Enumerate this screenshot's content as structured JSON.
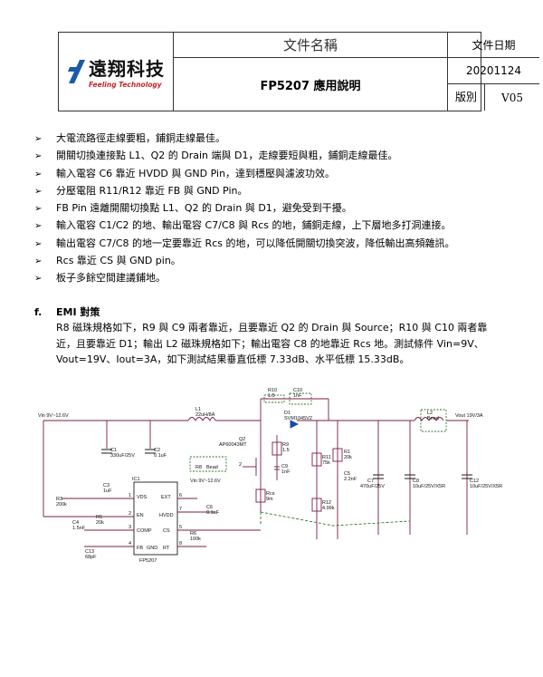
{
  "header": {
    "company_name": "遠翔科技",
    "company_name_en": "Feeling Technology",
    "doc_name_label": "文件名稱",
    "doc_name": "FP5207 應用說明",
    "doc_date_label": "文件日期",
    "doc_date": "20201124",
    "version_label": "版別",
    "version": "V05"
  },
  "bullets": [
    "大電流路徑走線要粗，鋪銅走線最佳。",
    "開關切換連接點 L1、Q2 的 Drain 端與 D1，走線要短與粗，鋪銅走線最佳。",
    "輸入電容 C6 靠近 HVDD 與 GND Pin，達到穩壓與濾波功效。",
    "分壓電阻 R11/R12 靠近 FB 與 GND Pin。",
    "FB Pin 遠離開關切換點 L1、Q2 的 Drain 與 D1，避免受到干擾。",
    "輸入電容 C1/C2 的地、輸出電容 C7/C8 與 Rcs 的地，鋪銅走線，上下層地多打洞連接。",
    "輸出電容 C7/C8 的地一定要靠近 Rcs 的地，可以降低開關切換突波，降低輸出高頻雜訊。",
    "Rcs 靠近 CS 與 GND pin。",
    "板子多餘空間建議鋪地。"
  ],
  "section": {
    "number": "f.",
    "title": "EMI 對策",
    "lines": [
      "R8 磁珠規格如下，R9 與 C9 兩者靠近，且要靠近 Q2 的 Drain 與 Source；R10 與 C10 兩者靠",
      "近，且要靠近 D1；輸出 L2 磁珠規格如下；輸出電容 C8 的地靠近 Rcs 地。測試條件 Vin=9V、",
      "Vout=19V、Iout=3A，如下測試結果垂直低標 7.33dB、水平低標 15.33dB。"
    ]
  },
  "schematic": {
    "vin": "Vin 9V~12.6V",
    "vout": "Vout 19V/3A",
    "l1": "L1",
    "l1_val": "22uH/8A",
    "l2": "L2",
    "l2_val": "Bead",
    "d1": "D1",
    "d1_val": "SVM1045V2",
    "q2": "Q2",
    "q2_val": "AP60043MT",
    "r10": "R10",
    "r10_val": "1.5",
    "c10": "C10",
    "c10_val": "1nF",
    "r9": "R9",
    "r9_val": "1.5",
    "c9": "C9",
    "c9_val": "1nF",
    "r8": "R8",
    "r8_val": "Bead",
    "vin2": "Vin 9V~12.6V",
    "c6": "C6",
    "c6_val": "0.1uF",
    "c1": "C1",
    "c1_val": "330uF/25V",
    "c2": "C2",
    "c2_val": "0.1uF",
    "ic": "IC1",
    "ic_part": "FP5207",
    "pins": [
      "VDS",
      "EN",
      "COMP",
      "FB",
      "EXT",
      "HVDD",
      "CS",
      "RT",
      "GND"
    ],
    "pin_nums": [
      "1",
      "2",
      "3",
      "4",
      "6",
      "7",
      "5",
      "8"
    ],
    "c3": "C3",
    "c3_val": "1uF",
    "r3": "R3",
    "r3_val": "200k",
    "c4": "C4",
    "c4_val": "1.5nF",
    "r5": "R5",
    "r5_val": "20k",
    "c13": "C13",
    "c13_val": "68pF",
    "r6": "R6",
    "r6_val": "100k",
    "rcs": "Rcs",
    "rcs_val": "9m",
    "r11": "R11",
    "r11_val": "75k",
    "r12": "R12",
    "r12_val": "4.99k",
    "r1": "R1",
    "r1_val": "20k",
    "c5": "C5",
    "c5_val": "2.2nF",
    "c7": "C7",
    "c7_val": "470uF/25V",
    "c8": "C8",
    "c8_val": "10uF/25V/X5R",
    "c12": "C12",
    "c12_val": "10uF/25V/X5R",
    "pin_q": "2"
  }
}
